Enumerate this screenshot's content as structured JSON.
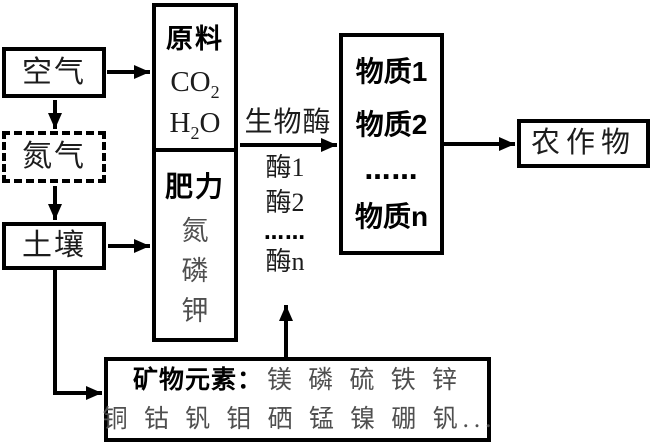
{
  "colors": {
    "ink": "#000000",
    "text": "#1c1c1c",
    "muted_text": "#4f4f4f",
    "background": "#ffffff"
  },
  "nodes": {
    "air": {
      "label": "空气"
    },
    "nitrogen_gas": {
      "label": "氮气"
    },
    "soil": {
      "label": "土壤"
    },
    "raw_materials": {
      "title": "原料",
      "co2": {
        "pre": "CO",
        "sub": "2",
        "post": ""
      },
      "h2o": {
        "pre": "H",
        "sub": "2",
        "post": "O"
      }
    },
    "fertility": {
      "title": "肥力",
      "items": [
        "氮",
        "磷",
        "钾"
      ]
    },
    "bio_enzymes": {
      "label": "生物酶",
      "items": [
        "酶1",
        "酶2",
        "……",
        "酶n"
      ]
    },
    "substances": {
      "items": [
        "物质1",
        "物质2",
        "……",
        "物质n"
      ]
    },
    "crops": {
      "label": "农作物"
    },
    "minerals": {
      "title": "矿物元素：",
      "line1": "镁 磷 硫 铁 锌",
      "line2": "铜 钴 钒 钼 硒 锰 镍 硼 钒..."
    }
  }
}
